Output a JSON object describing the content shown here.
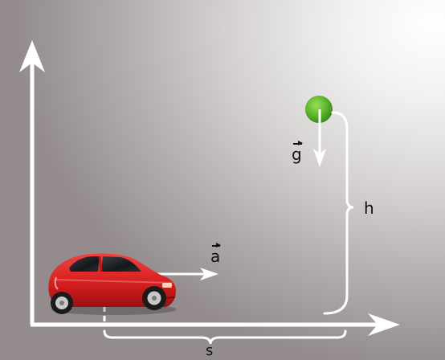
{
  "labels": {
    "acceleration": "a",
    "gravity": "g",
    "height": "h",
    "distance": "s"
  },
  "colors": {
    "background": "#b9b4b4",
    "axes": "#ffffff",
    "car_body": "#d71f1f",
    "ball": "#5ab52c",
    "text": "#111111"
  },
  "icons": {
    "vehicle": "red-car-icon",
    "ball": "green-ball-icon"
  }
}
